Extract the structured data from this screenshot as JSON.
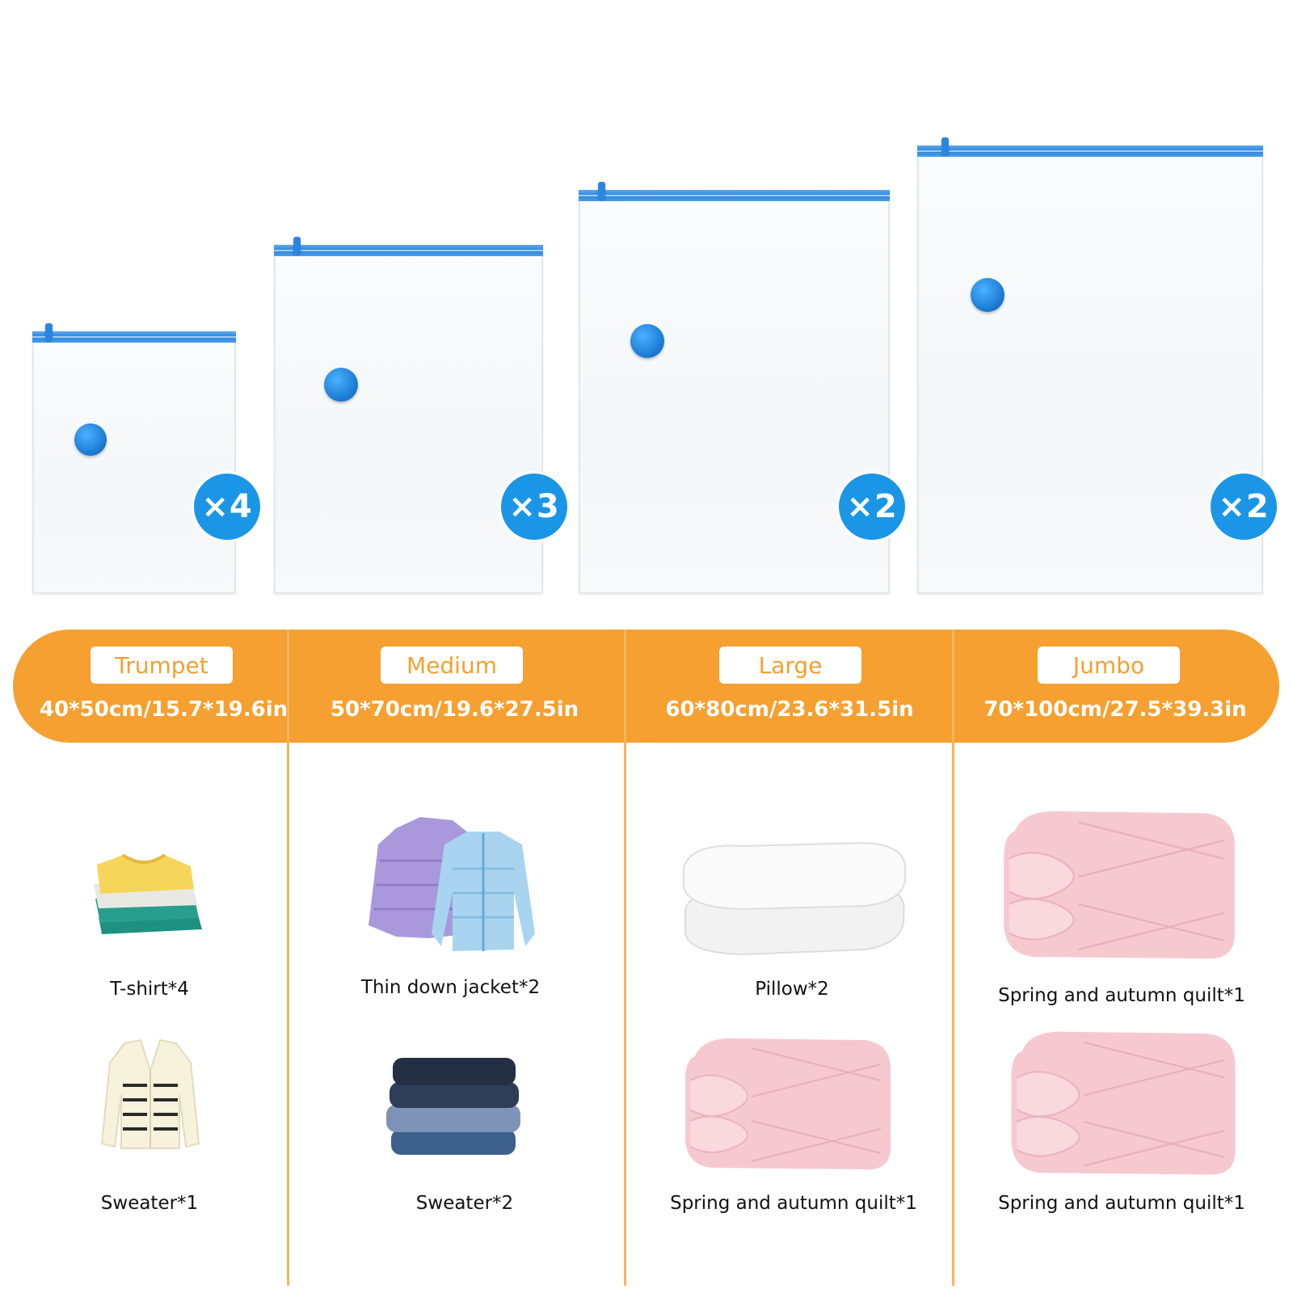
{
  "columns": [
    {
      "size_label": "Trumpet",
      "dimensions": "40*50cm/15.7*19.6in",
      "quantity": "×4",
      "items": [
        "T-shirt*4",
        "Sweater*1"
      ],
      "icons": [
        "folded-tshirts-icon",
        "cardigan-sweater-icon"
      ]
    },
    {
      "size_label": "Medium",
      "dimensions": "50*70cm/19.6*27.5in",
      "quantity": "×3",
      "items": [
        "Thin down jacket*2",
        "Sweater*2"
      ],
      "icons": [
        "down-jackets-icon",
        "folded-sweaters-icon"
      ]
    },
    {
      "size_label": "Large",
      "dimensions": "60*80cm/23.6*31.5in",
      "quantity": "×2",
      "items": [
        "Pillow*2",
        "Spring and autumn quilt*1"
      ],
      "icons": [
        "pillows-icon",
        "pink-quilt-icon"
      ]
    },
    {
      "size_label": "Jumbo",
      "dimensions": "70*100cm/27.5*39.3in",
      "quantity": "×2",
      "items": [
        "Spring and autumn quilt*1",
        "Spring and autumn quilt*1"
      ],
      "icons": [
        "pink-quilt-icon",
        "pink-quilt-icon"
      ]
    }
  ],
  "colors": {
    "accent_orange": "#f5a030",
    "badge_blue": "#1b96e6",
    "zipper_blue": "#2a86e0"
  }
}
